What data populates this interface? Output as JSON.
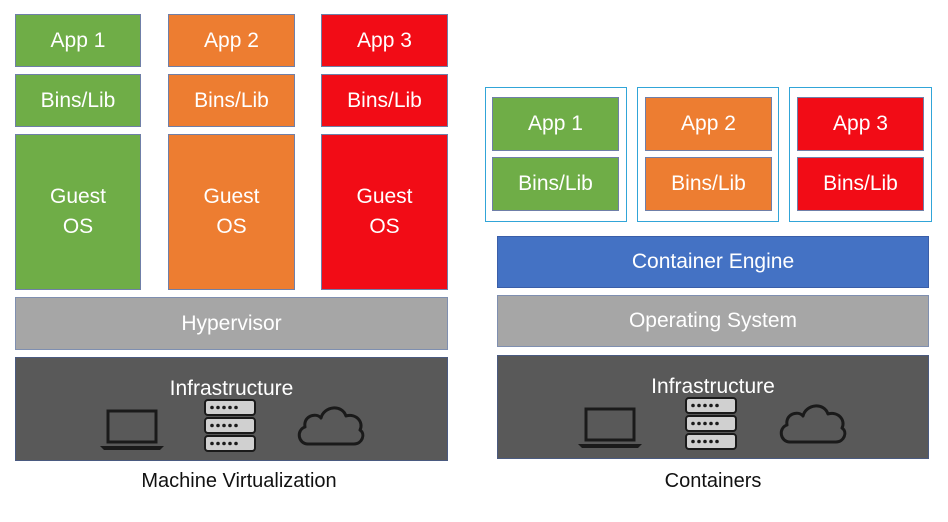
{
  "vm": {
    "apps": [
      "App 1",
      "App 2",
      "App 3"
    ],
    "bins": [
      "Bins/Lib",
      "Bins/Lib",
      "Bins/Lib"
    ],
    "guest_os": [
      [
        "Guest",
        "OS"
      ],
      [
        "Guest",
        "OS"
      ],
      [
        "Guest",
        "OS"
      ]
    ],
    "hypervisor": "Hypervisor",
    "infrastructure": "Infrastructure",
    "caption": "Machine Virtualization"
  },
  "containers": {
    "apps": [
      "App 1",
      "App 2",
      "App 3"
    ],
    "bins": [
      "Bins/Lib",
      "Bins/Lib",
      "Bins/Lib"
    ],
    "engine": "Container Engine",
    "os": "Operating System",
    "infrastructure": "Infrastructure",
    "caption": "Containers"
  },
  "colors": {
    "green": "#6fad47",
    "orange": "#ed7d31",
    "red": "#f20c16",
    "gray": "#a6a6a6",
    "blue": "#4472c4",
    "dark": "#595959",
    "frame": "#31a5d8"
  },
  "icons": [
    "laptop-icon",
    "server-icon",
    "cloud-icon"
  ]
}
